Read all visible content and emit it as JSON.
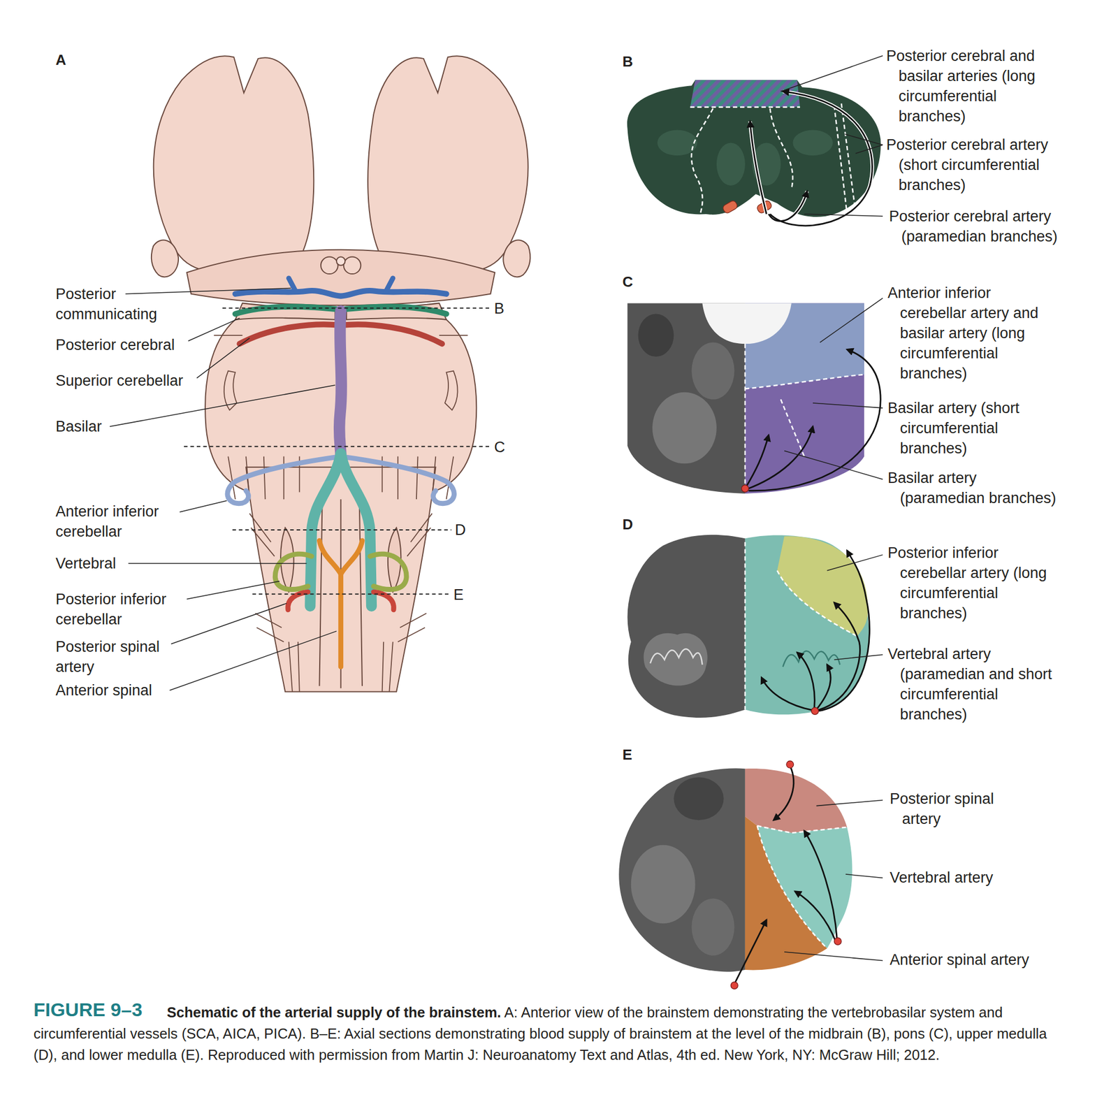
{
  "diagram": {
    "caption": "Schematic of the arterial supply of the brainstem. A: Anterior view of the brainstem demonstrating the vertebrobasilar system and circumferential vessels (SCA, AICA, PICA). B–E: Axial sections demonstrating blood supply of brainstem at the level of the midbrain (B), pons (C), upper medulla (D), and lower medulla (E). Reproduced with permission from Martin J: Neuroanatomy Text and Atlas, 4th ed. New York, NY: McGraw Hill; 2012.",
    "labels": [
      "A",
      "Posterior communicating",
      "B",
      "Posterior cerebral",
      "Superior cerebellar",
      "Basilar",
      "C",
      "Anterior inferior cerebellar",
      "D",
      "Vertebral",
      "E",
      "Posterior inferior cerebellar",
      "Posterior spinal artery",
      "Anterior spinal",
      "B",
      "Posterior cerebral and basilar arteries (long circumferential branches)",
      "Posterior cerebral artery (short circumferential branches)",
      "Posterior cerebral artery (paramedian branches)",
      "C",
      "Anterior inferior cerebellar artery and basilar artery (long circumferential branches)",
      "Basilar artery (short circumferential branches)",
      "Basilar artery (paramedian branches)",
      "D",
      "Posterior inferior cerebellar artery (long circumferential branches)",
      "Vertebral artery (paramedian and short circumferential branches)",
      "E",
      "Posterior spinal artery",
      "Vertebral artery",
      "Anterior spinal artery",
      "FIGURE 9–3"
    ]
  }
}
